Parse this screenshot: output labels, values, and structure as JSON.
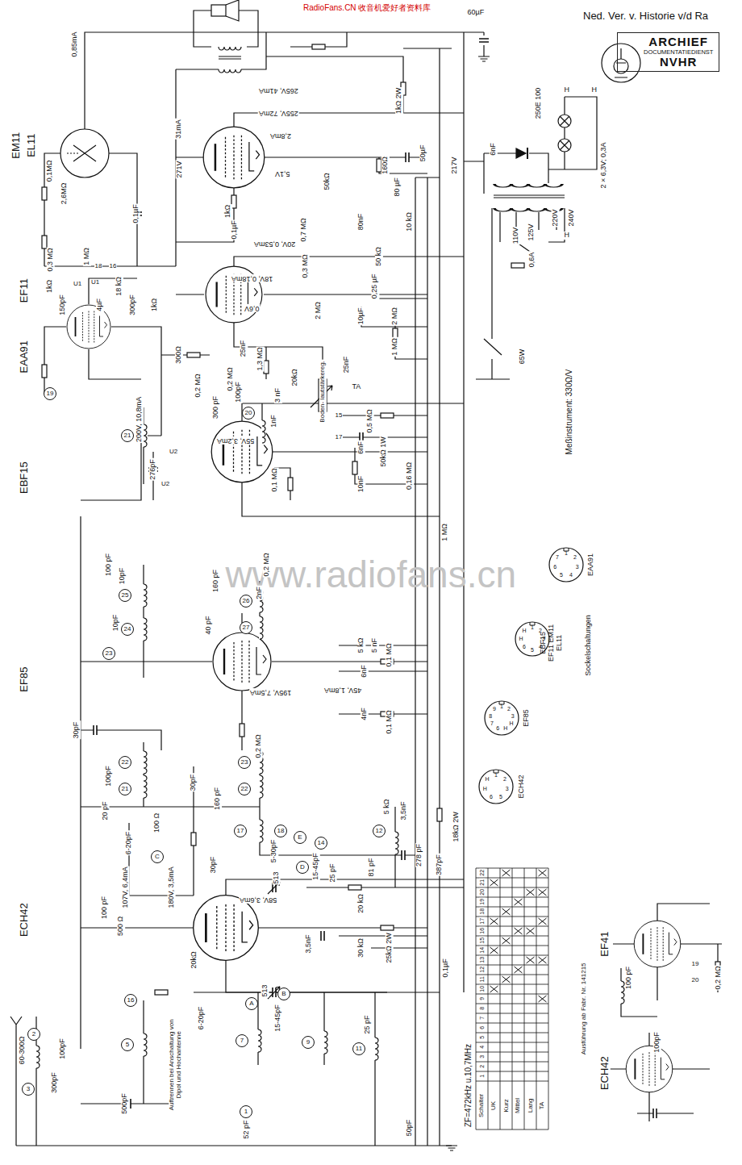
{
  "diagram": {
    "nodes": [
      {
        "text": [
          "ARCHIEF",
          "DOCUMENTATIEDIENST",
          "NVHR"
        ]
      },
      {
        "text": [
          "EAA91"
        ]
      },
      {
        "text": [
          "EBF15 EF11 EM11 EL11"
        ]
      },
      {
        "text": [
          "EF85"
        ]
      },
      {
        "text": [
          "ECH42"
        ]
      },
      {
        "text": [
          "19"
        ]
      },
      {
        "text": [
          "21"
        ]
      },
      {
        "text": [
          "20"
        ]
      },
      {
        "text": [
          "25"
        ]
      },
      {
        "text": [
          "24"
        ]
      },
      {
        "text": [
          "23"
        ]
      },
      {
        "text": [
          "26"
        ]
      },
      {
        "text": [
          "27"
        ]
      },
      {
        "text": [
          "22"
        ]
      },
      {
        "text": [
          "21"
        ]
      },
      {
        "text": [
          "23"
        ]
      },
      {
        "text": [
          "22"
        ]
      },
      {
        "text": [
          "17"
        ]
      },
      {
        "text": [
          "18"
        ]
      },
      {
        "text": [
          "14"
        ]
      },
      {
        "text": [
          "12"
        ]
      },
      {
        "text": [
          "C"
        ]
      },
      {
        "text": [
          "E"
        ]
      },
      {
        "text": [
          "D"
        ]
      },
      {
        "text": [
          "16"
        ]
      },
      {
        "text": [
          "B"
        ]
      },
      {
        "text": [
          "A"
        ]
      },
      {
        "text": [
          "5"
        ]
      },
      {
        "text": [
          "7"
        ]
      },
      {
        "text": [
          "9"
        ]
      },
      {
        "text": [
          "11"
        ]
      },
      {
        "text": [
          "2"
        ]
      },
      {
        "text": [
          "3"
        ]
      },
      {
        "text": [
          "1"
        ]
      }
    ],
    "labels": [
      "RadioFans.CN 收音机爱好者资料库",
      "Ned. Ver. v. Historie v/d Ra",
      "www.radiofans.cn",
      "EM11",
      "EL11",
      "EF11",
      "EAA91",
      "EBF15",
      "EF85",
      "ECH42",
      "EF41",
      "ECH42",
      "Ausführung ab Fabr. Nr. 141215",
      "60µF",
      "250E 100",
      "6nF",
      "H",
      "H",
      "H",
      "2 × 6,3V; 0,3A",
      "110V",
      "125V",
      "220V",
      "240V",
      "0,6A",
      "65W",
      "Meßinstrument: 330Ω/V",
      "Sockelschaltungen",
      "265V, 41mA",
      "255V, 72mA",
      "31mA",
      "271V",
      "2,8mA",
      "5,1V",
      "217V",
      "20V, 0,53mA",
      "18V, 0,18mA",
      "0,6V",
      "55V, 3,2mA",
      "200V, 10,8mA",
      "0,85mA",
      "195V, 7,5mA",
      "45V, 1,8mA",
      "107V, 6,4mA",
      "180V, 3,5mA",
      "58V, 3,6mA",
      "ZF=472kHz u.10,7MHz",
      "1kΩ 2W",
      "160Ω",
      "50µF",
      "80 µF",
      "1kΩ",
      "0,1µF",
      "0,7 MΩ",
      "50kΩ",
      "80nF",
      "10 kΩ",
      "0,3 MΩ",
      "50 kΩ",
      "0,25 µF",
      "10µF",
      "2 MΩ",
      "2 MΩ",
      "1 MΩ",
      "0,1MΩ",
      "2,6MΩ",
      "0,1µF",
      "0,3 MΩ",
      "1 MΩ",
      "16",
      "18",
      "1kΩ",
      "U1",
      "U1",
      "18 kΩ",
      "150pF",
      "4µF",
      "300pF",
      "1kΩ",
      "300Ω",
      "0,2 MΩ",
      "0,2 MΩ",
      "300 pF",
      "100pF",
      "1,3 MΩ",
      "25nF",
      "20kΩ",
      "3 nF",
      "25nF",
      "Boden- lautstärkereg.",
      "TA",
      "15",
      "17",
      "0,5 MΩ",
      "6nF",
      "50kΩ 1W",
      "0,16 MΩ",
      "10nF",
      "0,1 MΩ",
      "1 MΩ",
      "276pF",
      "U2",
      "U2",
      "1nF",
      "100 pF",
      "10pF",
      "10pF",
      "0,2 MΩ",
      "160 pF",
      "2nF",
      "40 pF",
      "5 kΩ",
      "5 nF",
      "0,1 MΩ",
      "6nF",
      "4nF",
      "0,1 MΩ",
      "0,2 MΩ",
      "30pF",
      "30pF",
      "100pF",
      "20 pF",
      "160 pF",
      "5 kΩ",
      "3,5nF",
      "100 Ω",
      "6-20pF",
      "30pF",
      "5-30pF",
      "513",
      "15-45pF",
      "25 pF",
      "81 pF",
      "278 pF",
      "387pF",
      "18kΩ 2W",
      "20 kΩ",
      "30 kΩ",
      "3,5nF",
      "25kΩ 2W",
      "0,1µF",
      "100 pF",
      "500 Ω",
      "20kΩ",
      "6-20pF",
      "513",
      "15-45pF",
      "25 pF",
      "52 pF",
      "500pF",
      "50pF",
      "100pF",
      "300pF",
      "60-300Ω",
      "Auftrennen bei Anschaltung von Dipol und Hochantenne",
      "100 pF",
      "0,2 MΩ",
      "100pF",
      "19",
      "20",
      "Schalter",
      "UK",
      "Kurz",
      "Mittel",
      "Lang",
      "TA",
      "1",
      "2",
      "3",
      "4",
      "5",
      "6",
      "7",
      "8",
      "9",
      "10",
      "11",
      "12",
      "13",
      "14",
      "15",
      "16",
      "17",
      "18",
      "19",
      "20",
      "21",
      "22",
      "1",
      "2",
      "3",
      "4",
      "5",
      "6",
      "7",
      "1",
      "2",
      "3",
      "4",
      "5",
      "6",
      "H",
      "H",
      "1",
      "2",
      "3",
      "H",
      "H",
      "6",
      "7",
      "8",
      "9",
      "1",
      "2",
      "3",
      "5",
      "6",
      "H",
      "H"
    ]
  }
}
